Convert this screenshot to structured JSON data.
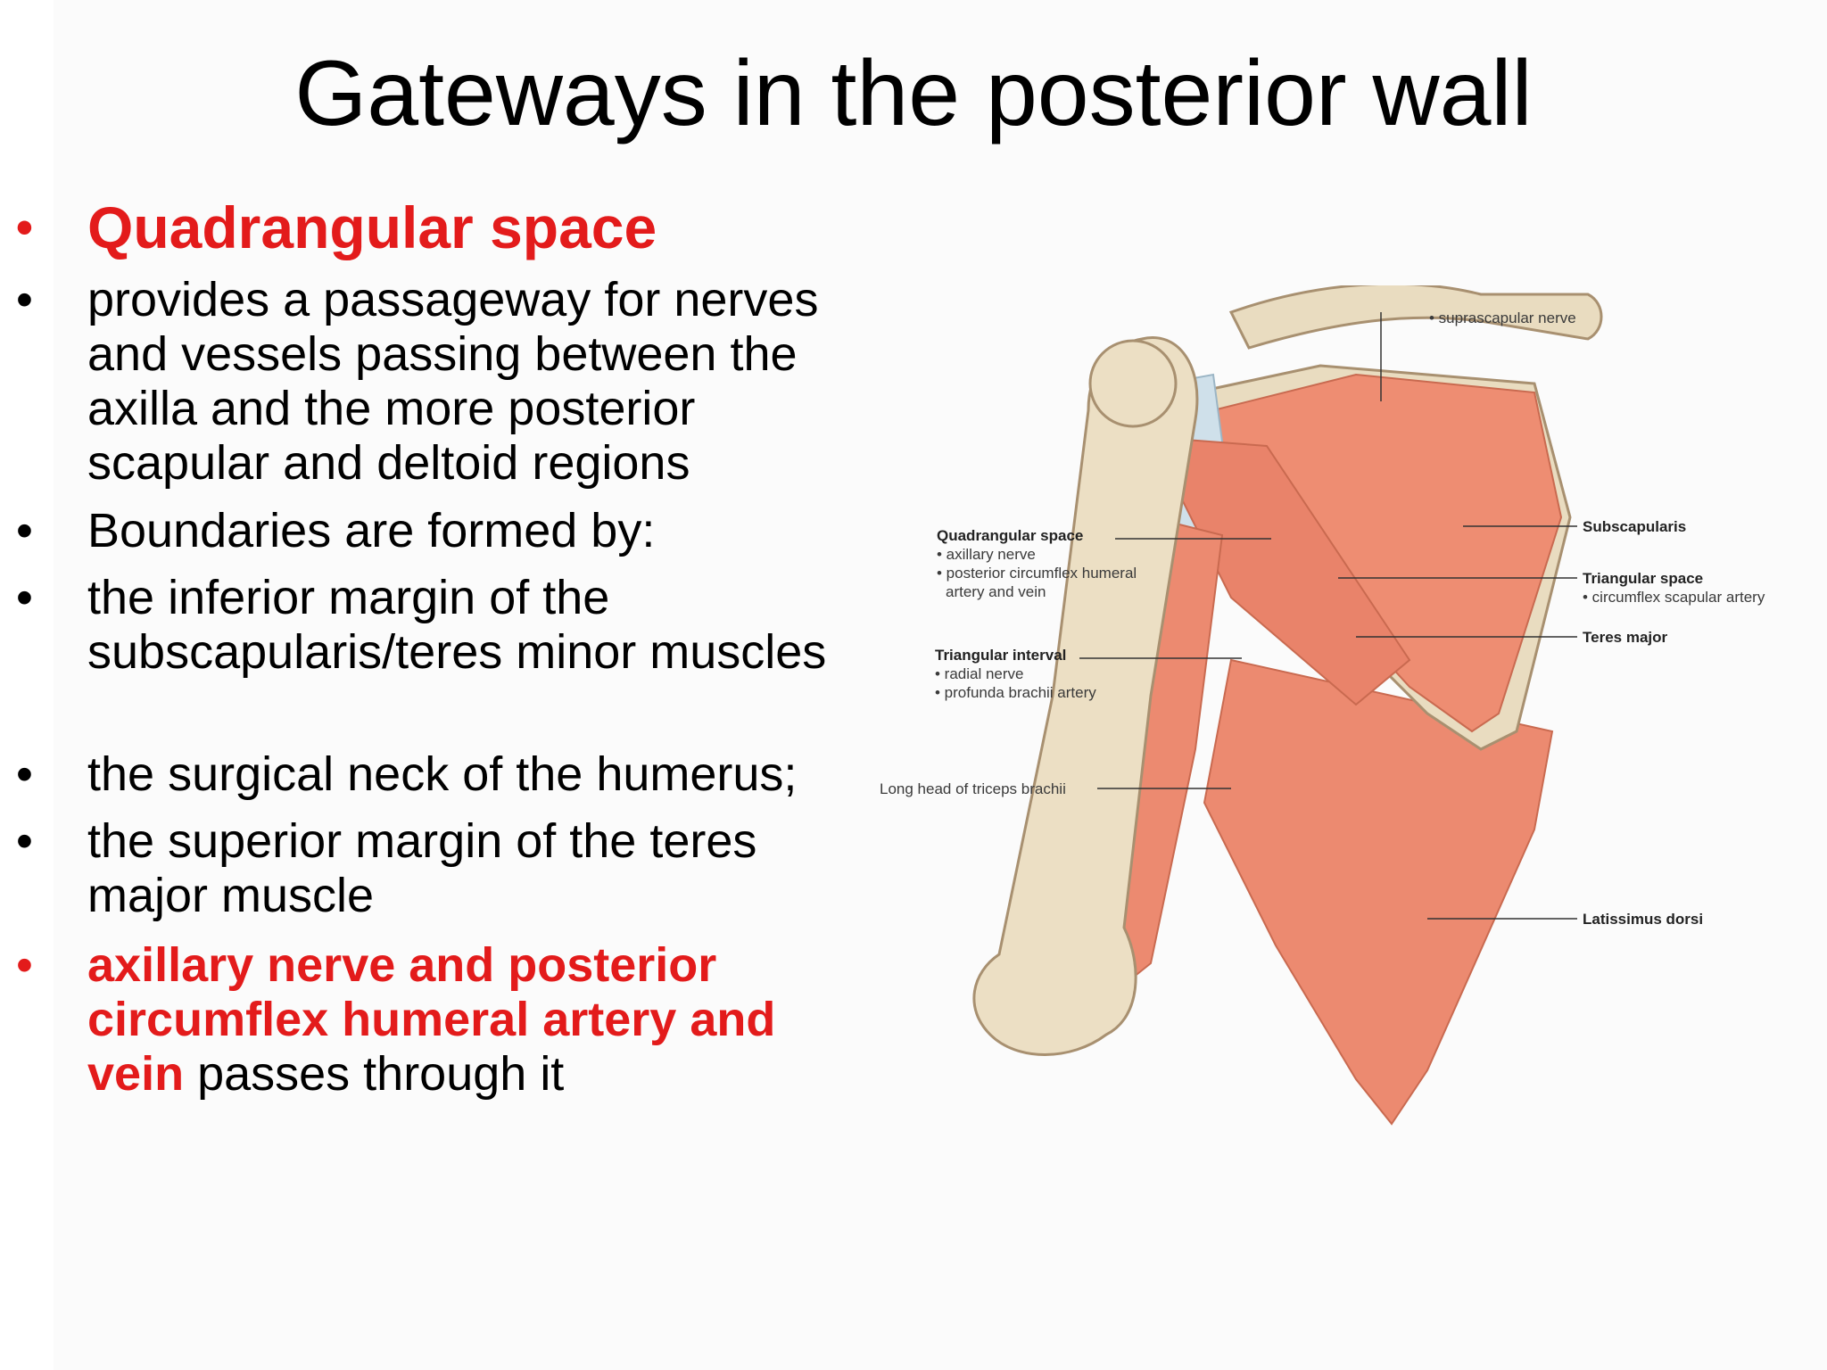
{
  "title": "Gateways in the posterior wall",
  "bullets": [
    {
      "text": "Quadrangular space"
    },
    {
      "text": "provides a passageway for nerves and vessels passing between the axilla and the more posterior scapular and deltoid regions"
    },
    {
      "text": "Boundaries are formed by:"
    },
    {
      "text": "the inferior margin of the subscapularis/teres minor muscles"
    },
    {
      "text": "the surgical neck of the humerus;"
    },
    {
      "text": "the superior margin of the teres major muscle"
    },
    {
      "red_part": "axillary nerve and posterior circumflex humeral artery and vein",
      "rest_part": " passes through it"
    }
  ],
  "figure": {
    "labels": {
      "suprascapular": "• suprascapular nerve",
      "quad_title": "Quadrangular space",
      "quad_1": "• axillary nerve",
      "quad_2": "• posterior circumflex humeral",
      "quad_3": "artery and vein",
      "tri_int_title": "Triangular interval",
      "tri_int_1": "• radial nerve",
      "tri_int_2": "• profunda brachii artery",
      "long_head": "Long head of triceps brachii",
      "subscapularis": "Subscapularis",
      "tri_space_title": "Triangular space",
      "tri_space_1": "• circumflex scapular artery",
      "teres_major": "Teres major",
      "latissimus": "Latissimus dorsi"
    }
  },
  "colors": {
    "accent_red": "#e31b1b",
    "muscle": "#ec8a70",
    "bone": "#e9dcc0"
  }
}
